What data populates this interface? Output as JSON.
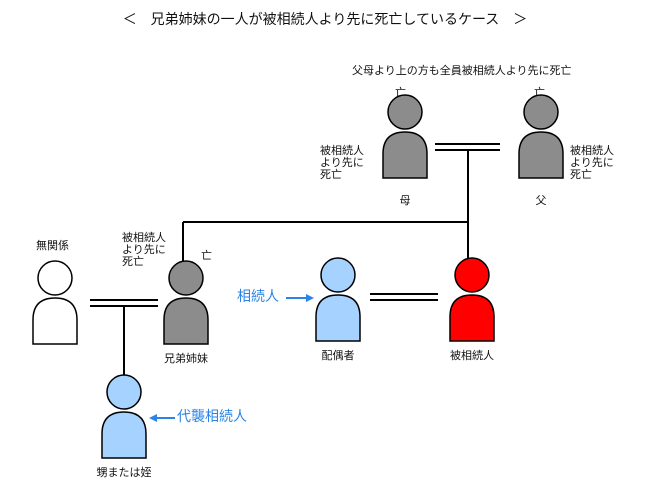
{
  "title": "＜　兄弟姉妹の一人が被相続人より先に死亡しているケース　＞",
  "note": "父母より上の方も全員被相続人より先に死亡",
  "deceased_mark": "亡",
  "deceased_note": [
    "被相続人",
    "より先に",
    "死亡"
  ],
  "people": {
    "mother": "母",
    "father": "父",
    "unrelated": "無関係",
    "sibling": "兄弟姉妹",
    "spouse": "配偶者",
    "decedent": "被相続人",
    "nephew": "甥または姪"
  },
  "arrows": {
    "heir": "相続人",
    "substitute_heir": "代襲相続人"
  },
  "colors": {
    "deceased": "#8c8c8c",
    "heir": "#a6d2ff",
    "decedent": "#ff0000",
    "unrelated": "#ffffff",
    "accent": "#2a84e8"
  },
  "icons": {
    "person": "person-icon",
    "arrow": "arrow-right-icon"
  }
}
